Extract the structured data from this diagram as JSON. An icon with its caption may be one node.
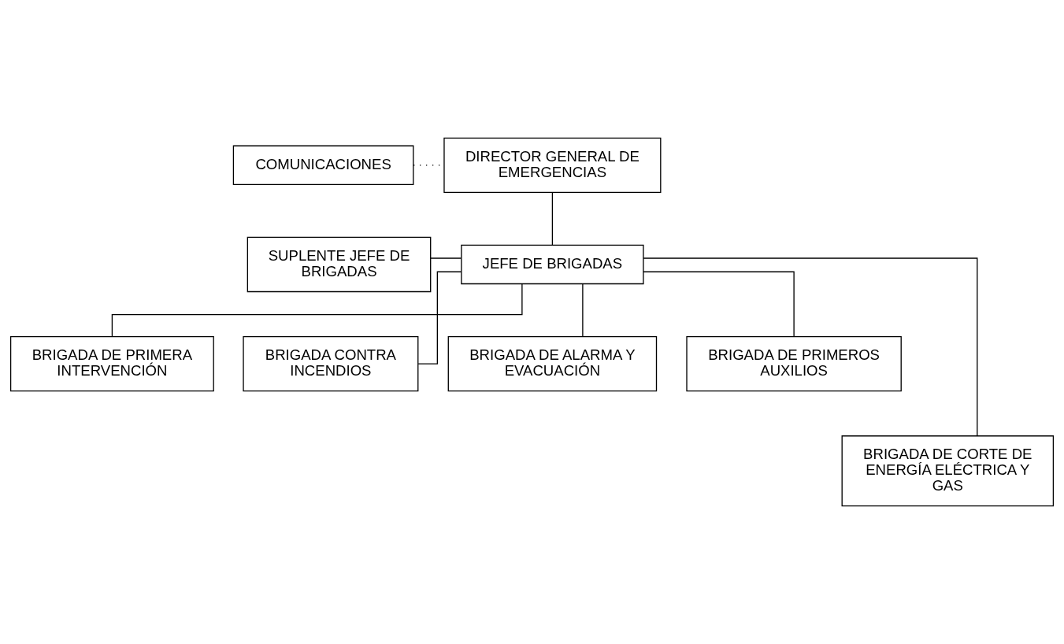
{
  "diagram": {
    "nodes": [
      {
        "text": [
          "DIRECTOR GENERAL DE EMERGENCIAS"
        ]
      },
      {
        "text": [
          "COMUNICACIONES"
        ]
      },
      {
        "text": [
          "SUPLENTE JEFE DE BRIGADAS"
        ]
      },
      {
        "text": [
          "JEFE DE BRIGADAS"
        ]
      },
      {
        "text": [
          "BRIGADA DE PRIMERA INTERVENCIÓN"
        ]
      },
      {
        "text": [
          "BRIGADA CONTRA INCENDIOS"
        ]
      },
      {
        "text": [
          "BRIGADA DE ALARMA Y EVACUACIÓN"
        ]
      },
      {
        "text": [
          "BRIGADA DE PRIMEROS AUXILIOS"
        ]
      },
      {
        "text": [
          "BRIGADA DE CORTE DE ENERGÍA ELÉCTRICA Y GAS"
        ]
      }
    ],
    "edges": [
      {
        "from": 1,
        "to": 0,
        "arrow": "none",
        "style": "dashed"
      },
      {
        "from": 0,
        "to": 3,
        "arrow": "none"
      },
      {
        "from": 2,
        "to": 3,
        "arrow": "none"
      },
      {
        "from": 3,
        "to": 4,
        "arrow": "none"
      },
      {
        "from": 3,
        "to": 8,
        "arrow": "none"
      },
      {
        "from": 3,
        "to": 5,
        "arrow": "none"
      },
      {
        "from": 3,
        "to": 6,
        "arrow": "none"
      },
      {
        "from": 3,
        "to": 7,
        "arrow": "none"
      }
    ]
  }
}
